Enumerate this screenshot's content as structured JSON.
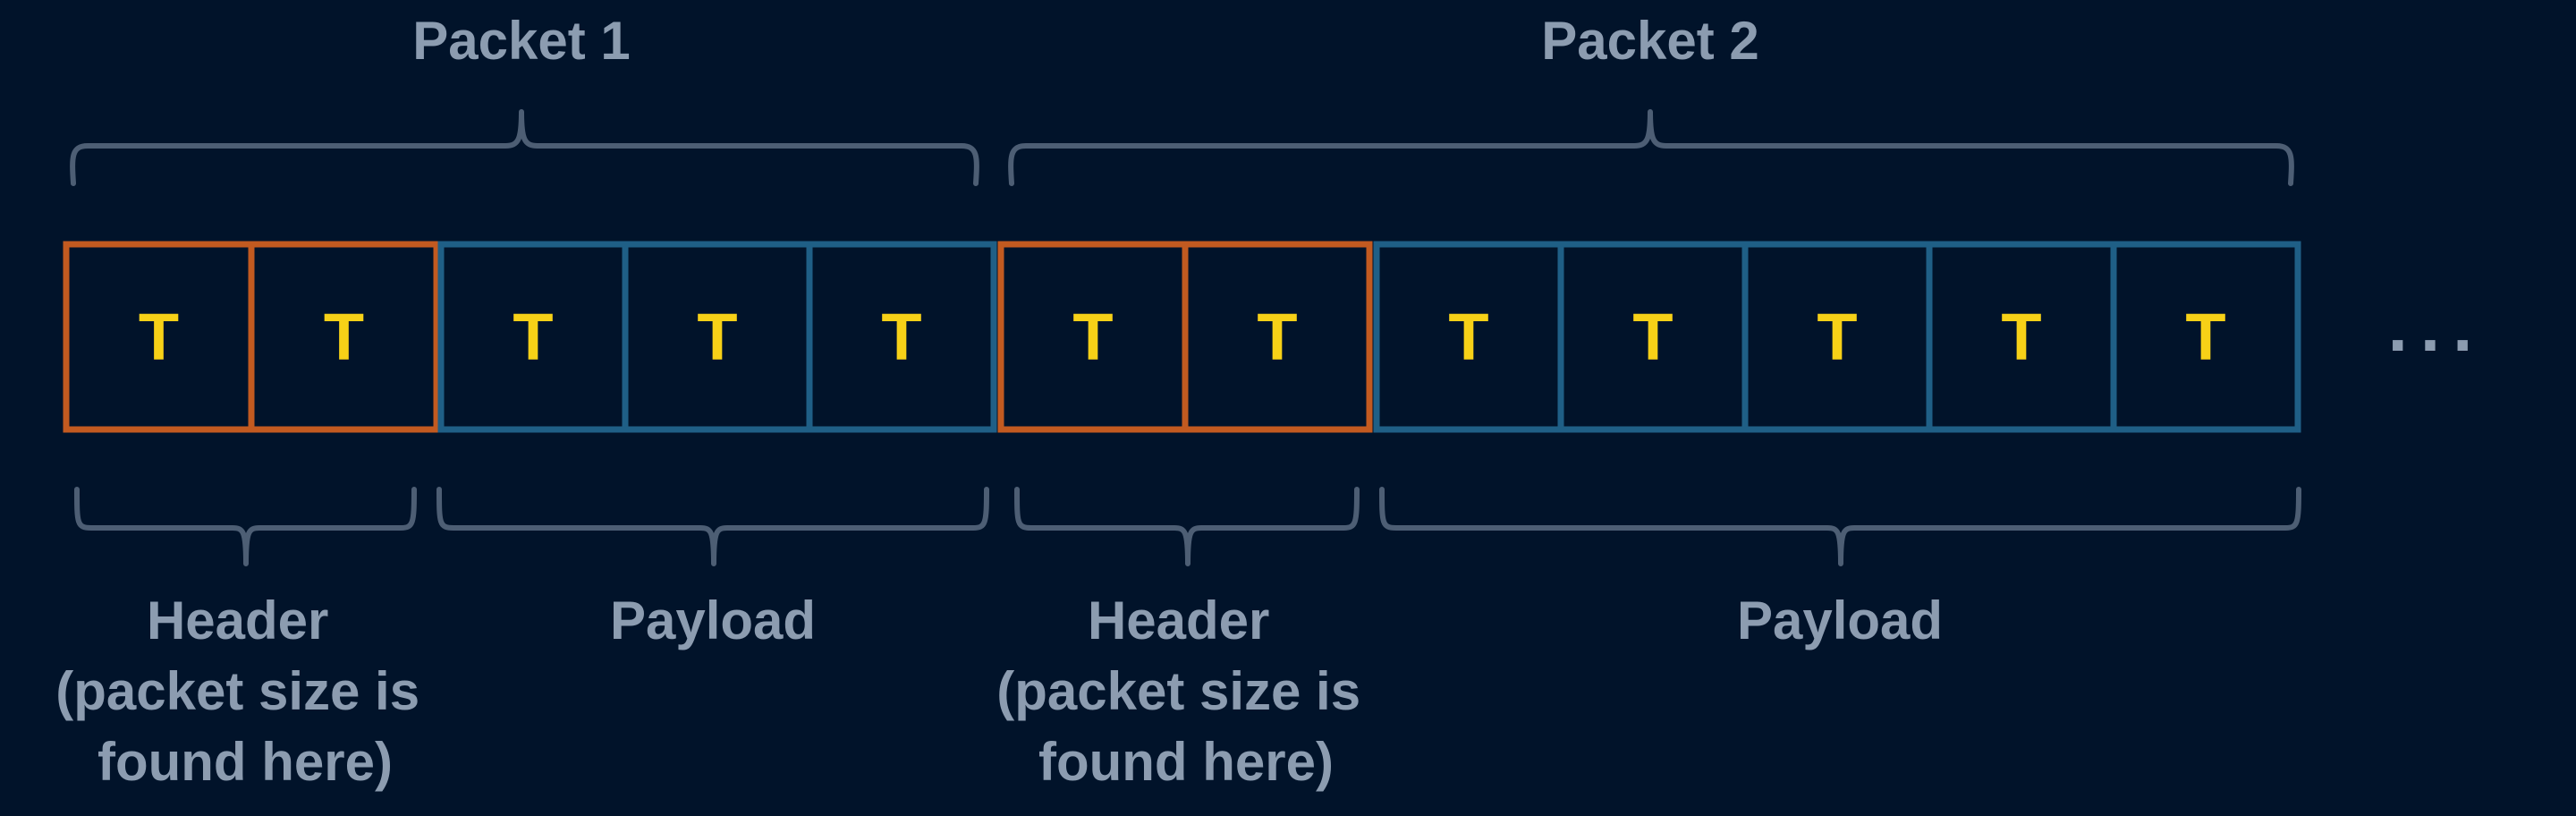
{
  "colors": {
    "background": "#01132A",
    "header_border": "#C25A20",
    "payload_border": "#1F5F86",
    "token_text": "#F7D117",
    "label_text": "#8C9CB0",
    "brace": "#4D5E74"
  },
  "token_symbol": "T",
  "ellipsis": "...",
  "packets": [
    {
      "title": "Packet 1",
      "header": {
        "token_count": 2,
        "label_lines": [
          "Header",
          "(packet size is",
          "found here)"
        ]
      },
      "payload": {
        "token_count": 3,
        "label_lines": [
          "Payload"
        ]
      }
    },
    {
      "title": "Packet 2",
      "header": {
        "token_count": 2,
        "label_lines": [
          "Header",
          "(packet size is",
          "found here)"
        ]
      },
      "payload": {
        "token_count": 5,
        "label_lines": [
          "Payload"
        ]
      }
    }
  ]
}
